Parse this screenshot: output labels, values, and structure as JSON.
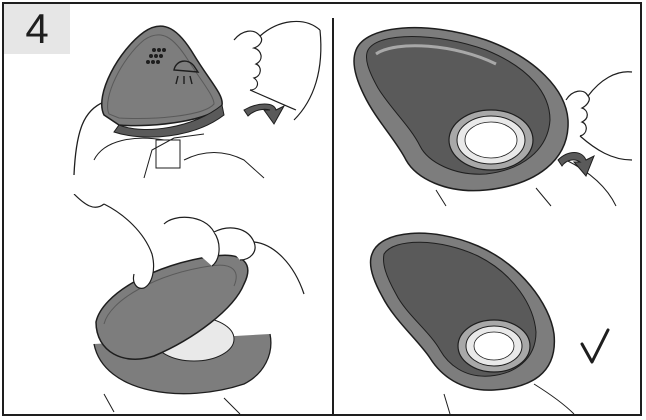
{
  "step": {
    "number": "4"
  },
  "panels": [
    {
      "id": "top-left",
      "description_icon": "brush-head-cover-removal"
    },
    {
      "id": "top-right",
      "description_icon": "brush-head-bowl-rotate"
    },
    {
      "id": "bottom-left",
      "description_icon": "hand-pressing-cover"
    },
    {
      "id": "bottom-right",
      "description_icon": "brush-head-mounted-checkmark"
    }
  ],
  "colors": {
    "outline": "#1e1e1e",
    "badge_background": "#e6e6e6",
    "part_gray": "#7d7d7d",
    "part_dark": "#5a5a5a",
    "part_light": "#a8a8a8",
    "ring": "#e9e9e9"
  }
}
